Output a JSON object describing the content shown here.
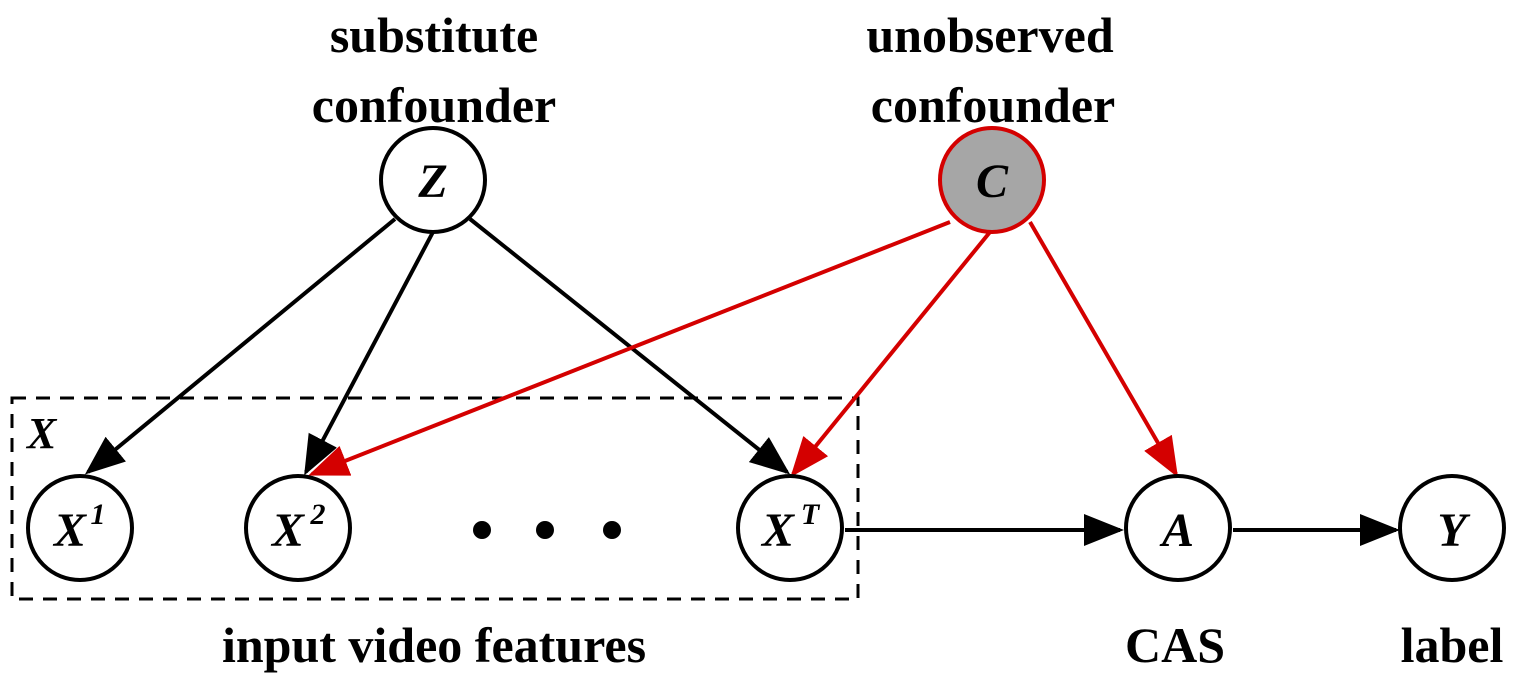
{
  "captions": {
    "substitute_line1": "substitute",
    "substitute_line2": "confounder",
    "unobserved_line1": "unobserved",
    "unobserved_line2": "confounder",
    "input_features": "input video features",
    "cas": "CAS",
    "label": "label"
  },
  "group": {
    "label": "X"
  },
  "nodes": {
    "z": "Z",
    "c": "C",
    "x1_base": "X",
    "x1_sup": "1",
    "x2_base": "X",
    "x2_sup": "2",
    "xt_base": "X",
    "xt_sup": "T",
    "a": "A",
    "y": "Y"
  },
  "ellipsis": "• • •",
  "colors": {
    "black_edge": "#000000",
    "red_edge": "#d40000",
    "unobserved_fill": "#a6a6a6",
    "unobserved_stroke": "#d40000"
  }
}
